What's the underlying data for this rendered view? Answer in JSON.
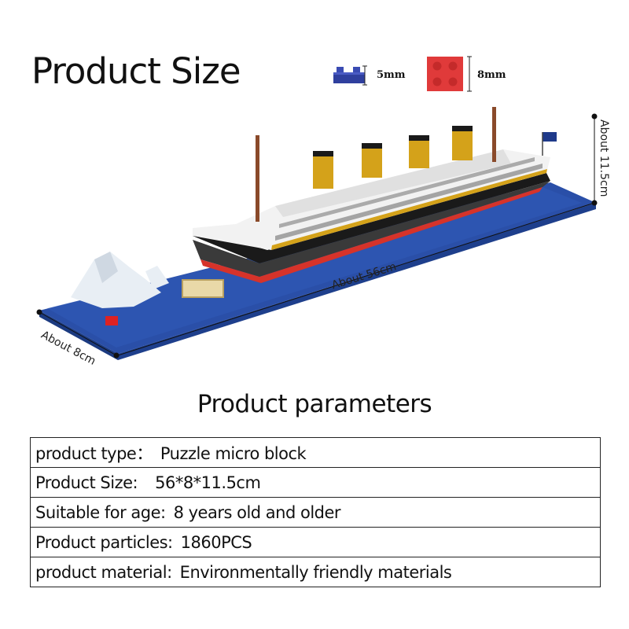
{
  "page": {
    "title": "Product Size",
    "legend": {
      "small_brick_label": "5mm",
      "large_brick_label": "8mm",
      "small_brick_color": "#2f3f9e",
      "large_brick_color": "#e03a3a"
    },
    "dimensions": {
      "height": "About 11.5cm",
      "length": "About 56cm",
      "width": "About 8cm"
    },
    "params_title": "Product parameters",
    "params": [
      {
        "label": "product type：",
        "value": "Puzzle micro block"
      },
      {
        "label": "Product Size:",
        "value": "56*8*11.5cm"
      },
      {
        "label": "Suitable for age:",
        "value": "8 years old and older"
      },
      {
        "label": "Product particles:",
        "value": "1860PCS"
      },
      {
        "label": "product material:",
        "value": "Environmentally friendly materials"
      }
    ]
  }
}
